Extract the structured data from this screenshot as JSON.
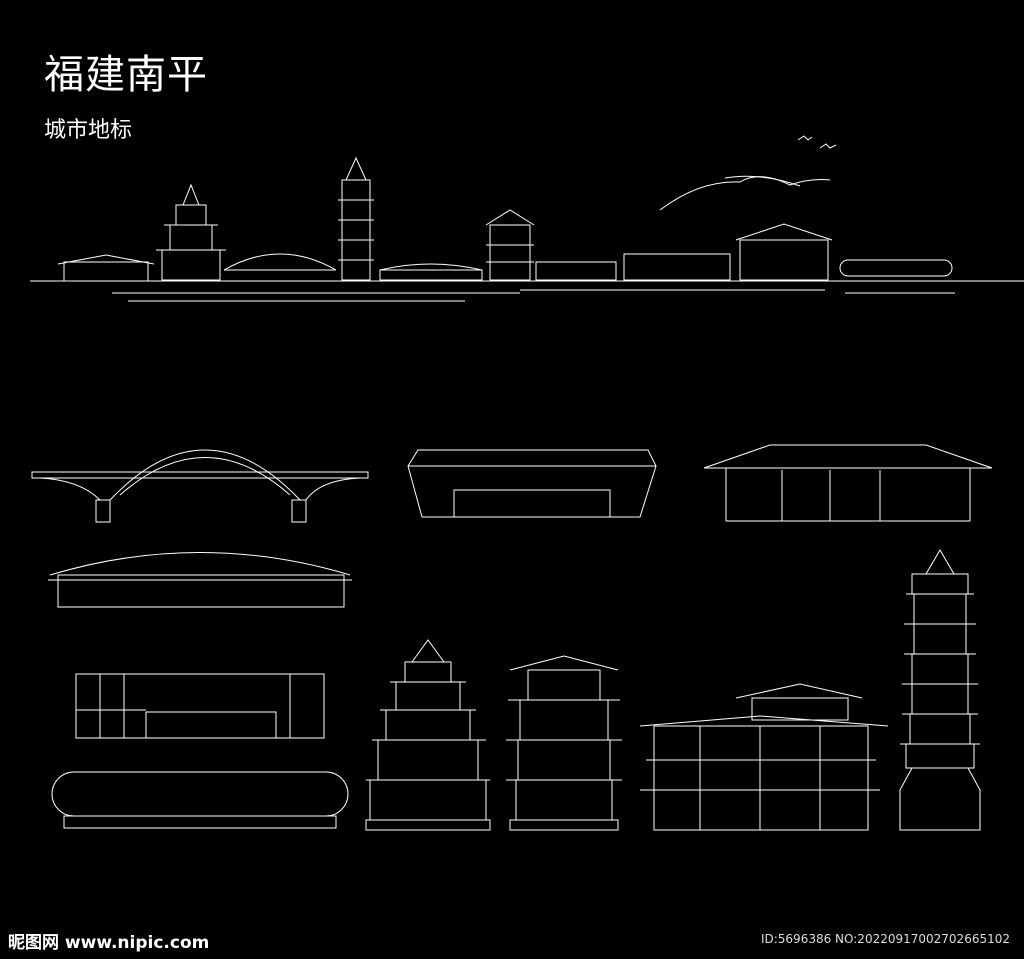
{
  "header": {
    "title": "福建南平",
    "subtitle": "城市地标"
  },
  "watermark": {
    "logo": "昵图网 www.nipic.com",
    "id_text": "ID:5696386 NO:20220917002702665102"
  },
  "colors": {
    "background": "#000000",
    "line": "#ffffff"
  }
}
